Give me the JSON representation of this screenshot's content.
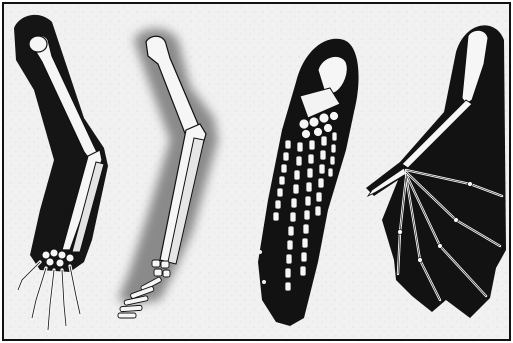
{
  "figure": {
    "panels": [
      {
        "subject": "human-arm"
      },
      {
        "subject": "cat-foreleg"
      },
      {
        "subject": "whale-flipper"
      },
      {
        "subject": "bat-wing"
      }
    ],
    "colors": {
      "background": "#f1f1f1",
      "shadow": "#111111",
      "halo": "#8a8a8a",
      "bone": "#f6f6f6",
      "outline": "#101010"
    }
  }
}
